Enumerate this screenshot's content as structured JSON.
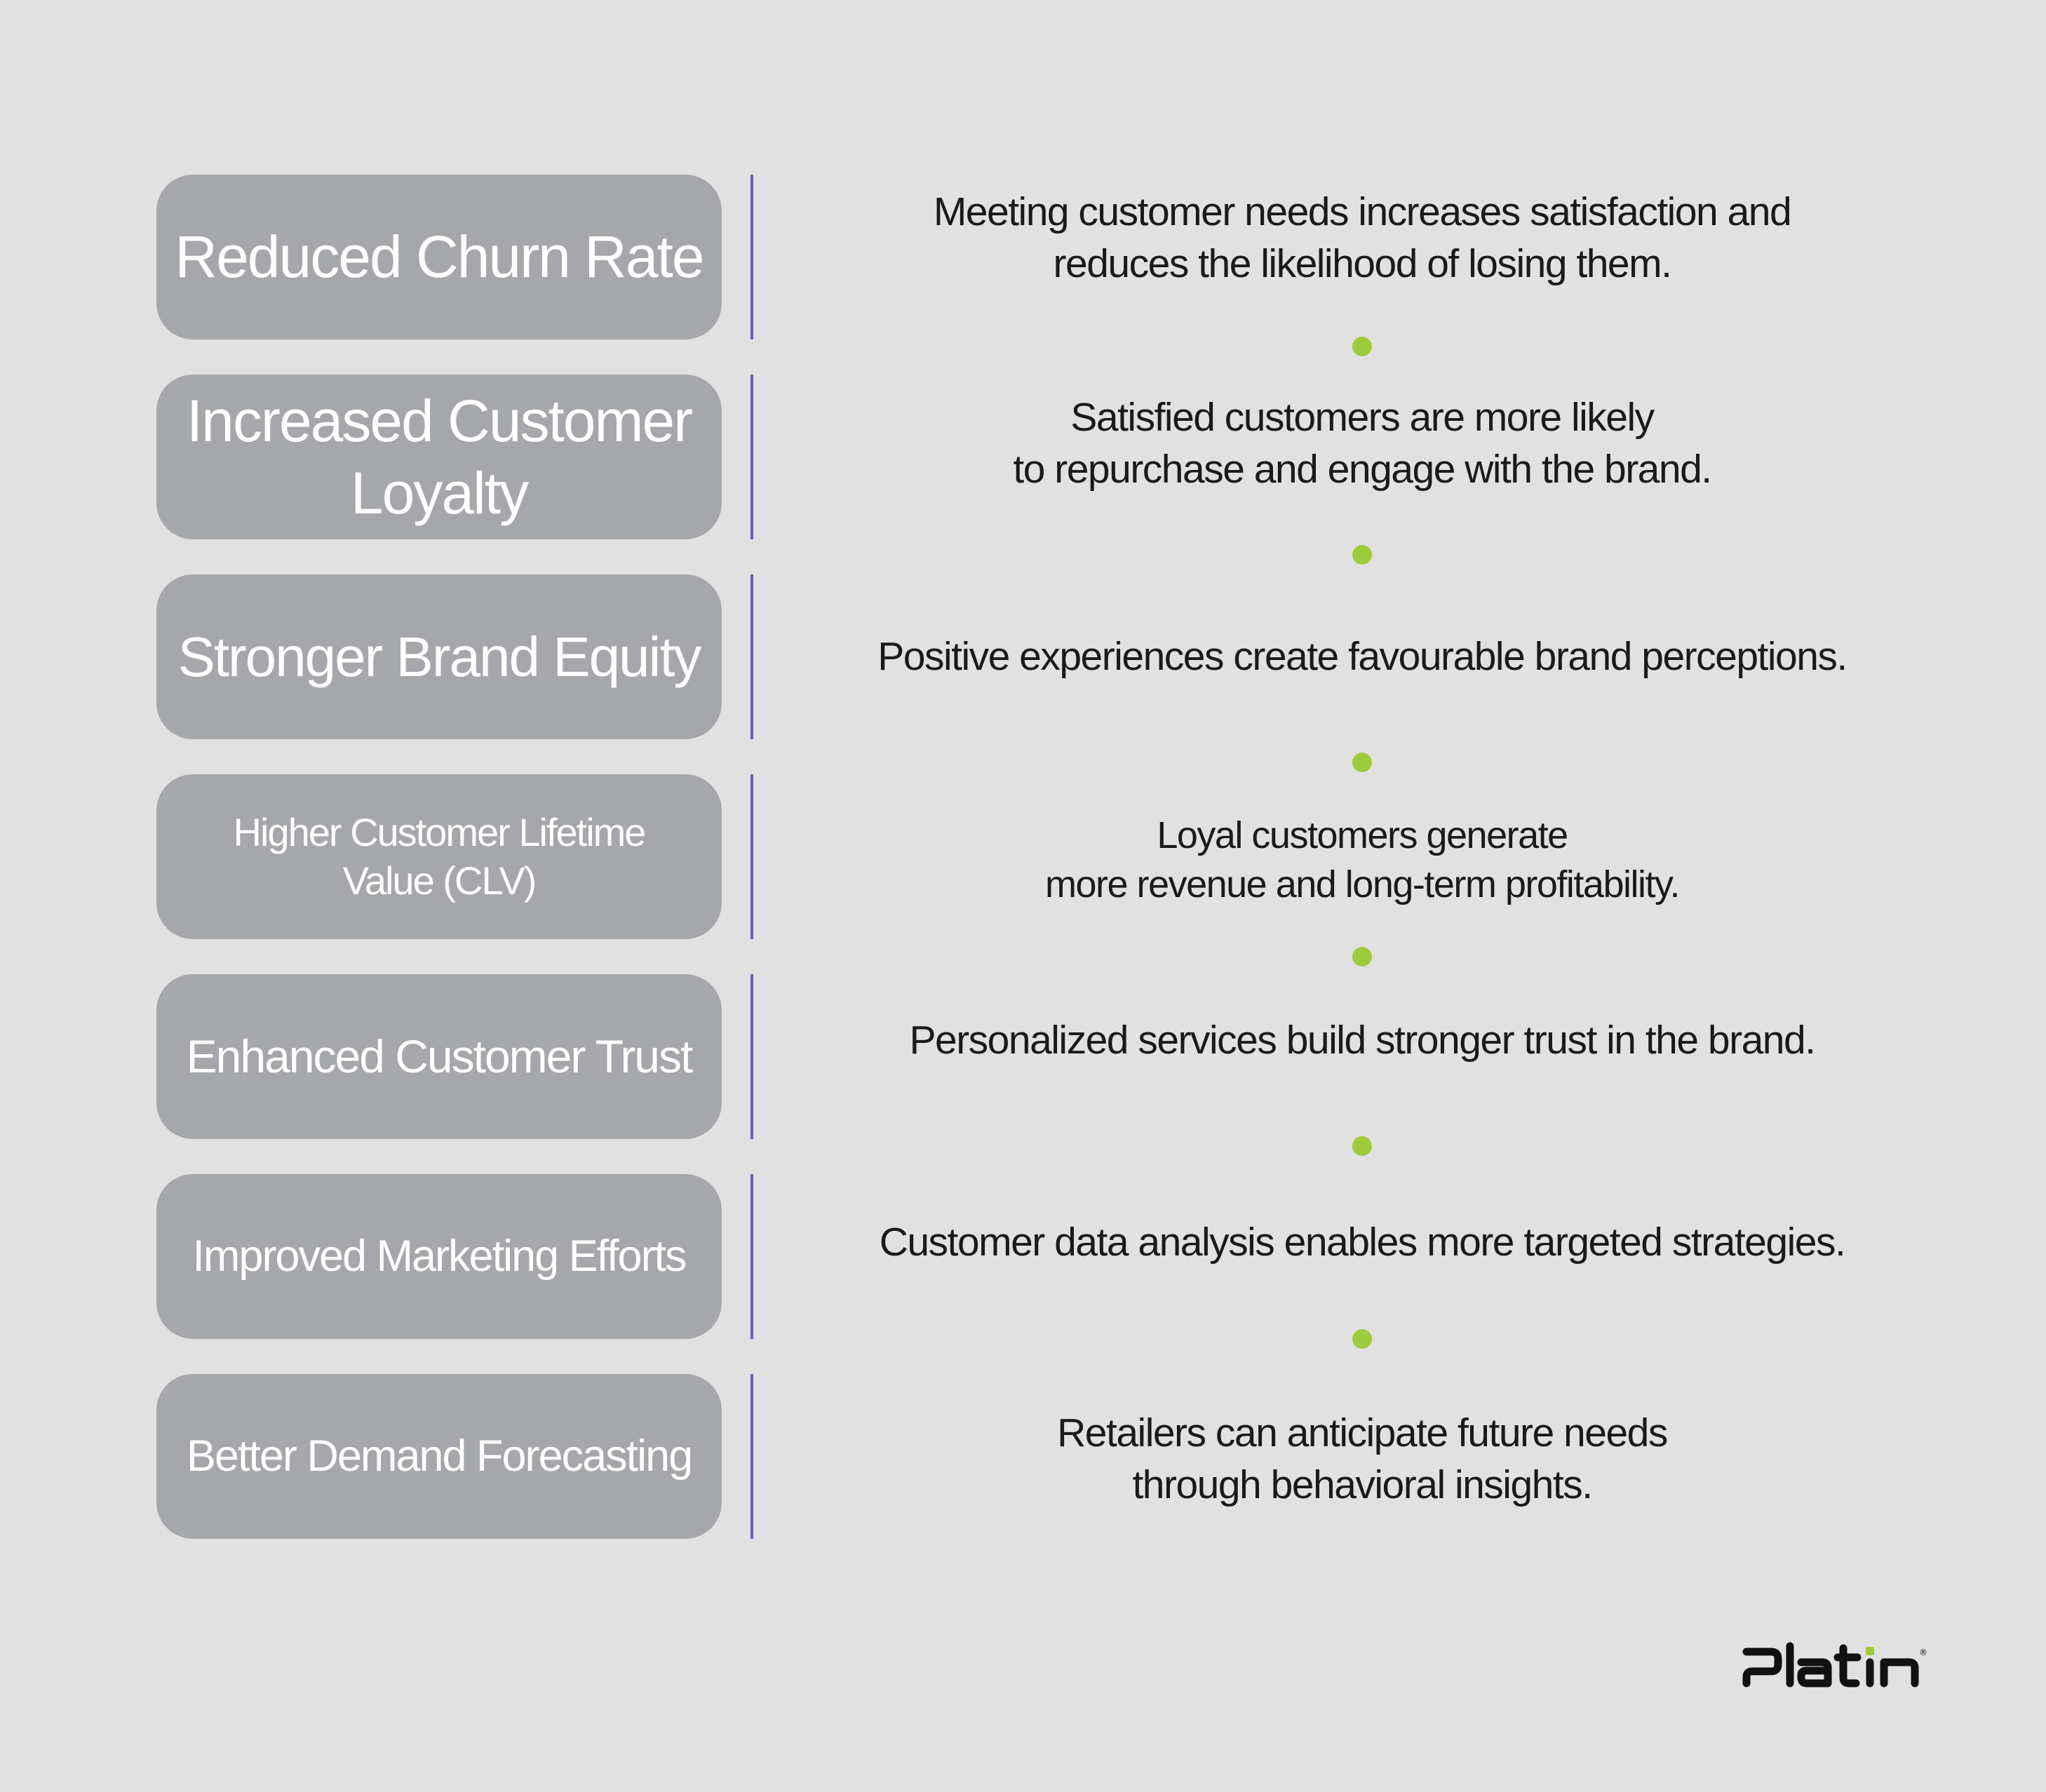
{
  "rows": [
    {
      "title": "Reduced Churn Rate",
      "desc": "Meeting customer needs increases satisfaction and\nreduces the likelihood of losing them."
    },
    {
      "title": "Increased Customer Loyalty",
      "desc": "Satisfied customers are more likely\nto repurchase and engage with the brand."
    },
    {
      "title": "Stronger Brand Equity",
      "desc": "Positive experiences create favourable brand perceptions."
    },
    {
      "title": "Higher Customer Lifetime Value (CLV)",
      "desc": "Loyal customers generate\nmore revenue and long-term profitability."
    },
    {
      "title": "Enhanced Customer Trust",
      "desc": "Personalized services build stronger trust in the brand."
    },
    {
      "title": "Improved Marketing Efforts",
      "desc": "Customer data analysis enables more targeted strategies."
    },
    {
      "title": "Better Demand Forecasting",
      "desc": "Retailers can anticipate future needs\nthrough behavioral insights."
    }
  ],
  "logo": {
    "text": "Platin",
    "mark": "®"
  },
  "colors": {
    "background": "#e1e1e1",
    "box": "#a6a7aa",
    "divider": "#6a5fb0",
    "dot": "#9ccc3c"
  }
}
